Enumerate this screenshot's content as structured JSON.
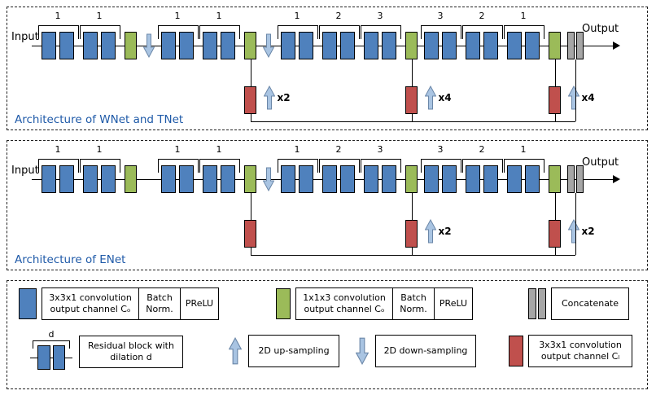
{
  "colors": {
    "blue_block": "#4f81bd",
    "green_block": "#9bbb59",
    "red_block": "#c0504d",
    "gray_block": "#a6a6a6",
    "arrow_fill": "#a9c4e2",
    "arrow_stroke": "#6b87a8",
    "title_text": "#1f5aa8",
    "line": "#000000"
  },
  "panels": [
    {
      "title": "Architecture of WNet and TNet",
      "input_label": "Input",
      "output_label": "Output",
      "chain": [
        {
          "type": "res",
          "d": "1"
        },
        {
          "type": "res",
          "d": "1"
        },
        {
          "type": "green"
        },
        {
          "type": "down"
        },
        {
          "type": "res",
          "d": "1"
        },
        {
          "type": "res",
          "d": "1"
        },
        {
          "type": "green",
          "branch": "x2"
        },
        {
          "type": "down"
        },
        {
          "type": "res",
          "d": "1"
        },
        {
          "type": "res",
          "d": "2"
        },
        {
          "type": "res",
          "d": "3"
        },
        {
          "type": "green",
          "branch": "x4"
        },
        {
          "type": "res",
          "d": "3"
        },
        {
          "type": "res",
          "d": "2"
        },
        {
          "type": "res",
          "d": "1"
        },
        {
          "type": "green",
          "branch": "x4"
        },
        {
          "type": "concat"
        }
      ]
    },
    {
      "title": "Architecture of ENet",
      "input_label": "Input",
      "output_label": "Output",
      "chain": [
        {
          "type": "res",
          "d": "1"
        },
        {
          "type": "res",
          "d": "1"
        },
        {
          "type": "green"
        },
        {
          "type": "gap"
        },
        {
          "type": "res",
          "d": "1"
        },
        {
          "type": "res",
          "d": "1"
        },
        {
          "type": "green",
          "branch": null
        },
        {
          "type": "down"
        },
        {
          "type": "res",
          "d": "1"
        },
        {
          "type": "res",
          "d": "2"
        },
        {
          "type": "res",
          "d": "3"
        },
        {
          "type": "green",
          "branch": "x2"
        },
        {
          "type": "res",
          "d": "3"
        },
        {
          "type": "res",
          "d": "2"
        },
        {
          "type": "res",
          "d": "1"
        },
        {
          "type": "green",
          "branch": "x2"
        },
        {
          "type": "concat"
        }
      ]
    }
  ],
  "legend": {
    "conv_blue": "3x3x1 convolution\noutput channel Cₒ",
    "batch_norm1": "Batch Norm.",
    "prelu1": "PReLU",
    "conv_green": "1x1x3 convolution\noutput channel Cₒ",
    "batch_norm2": "Batch Norm.",
    "prelu2": "PReLU",
    "concatenate": "Concatenate",
    "residual_d_label": "d",
    "residual_block": "Residual block with\ndilation d",
    "up_sampling": "2D up-sampling",
    "down_sampling": "2D down-sampling",
    "conv_red": "3x3x1 convolution\noutput channel Cₗ"
  }
}
